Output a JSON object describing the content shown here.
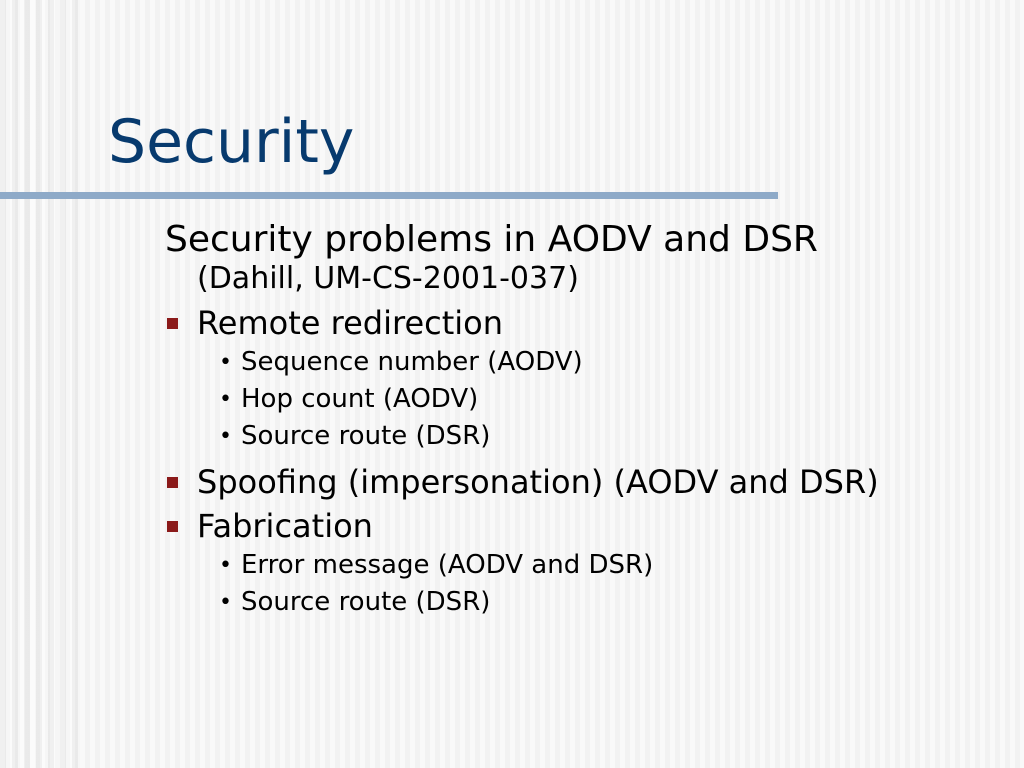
{
  "slide": {
    "title": "Security",
    "intro": "Security problems in AODV and DSR",
    "intro_sub": "(Dahill, UM-CS-2001-037)",
    "bullets": [
      {
        "label": "Remote redirection",
        "sub": [
          "Sequence number (AODV)",
          "Hop count (AODV)",
          "Source route (DSR)"
        ]
      },
      {
        "label": "Spoofing (impersonation) (AODV and DSR)",
        "sub": []
      },
      {
        "label": "Fabrication",
        "sub": [
          "Error message (AODV and DSR)",
          "Source route (DSR)"
        ]
      }
    ]
  },
  "colors": {
    "title": "#073a6e",
    "rule": "#8eaac8",
    "bullet_square": "#8b1a1a",
    "background": "#f2f2f2"
  }
}
